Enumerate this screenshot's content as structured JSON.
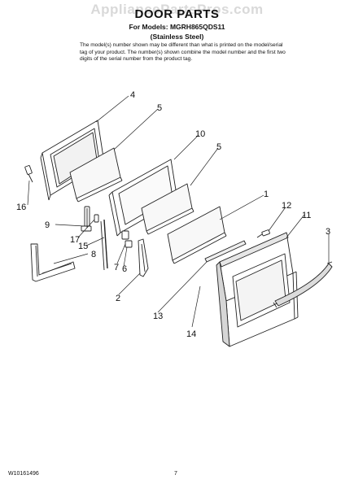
{
  "header": {
    "watermark": "AppliancePartsPros.com",
    "title": "DOOR PARTS",
    "models": "For Models: MGRH865QDS11",
    "finish": "(Stainless Steel)",
    "note": "The model(s) number shown may be different than what is printed on the model/serial tag of your product. The number(s) shown combine the model number and the first two digits of the serial number from the product tag."
  },
  "diagram": {
    "callouts": [
      "1",
      "2",
      "3",
      "4",
      "5",
      "5",
      "6",
      "7",
      "8",
      "9",
      "10",
      "11",
      "12",
      "13",
      "14",
      "15",
      "16",
      "17"
    ]
  },
  "footer": {
    "doc_number": "W10161496",
    "page_number": "7"
  }
}
